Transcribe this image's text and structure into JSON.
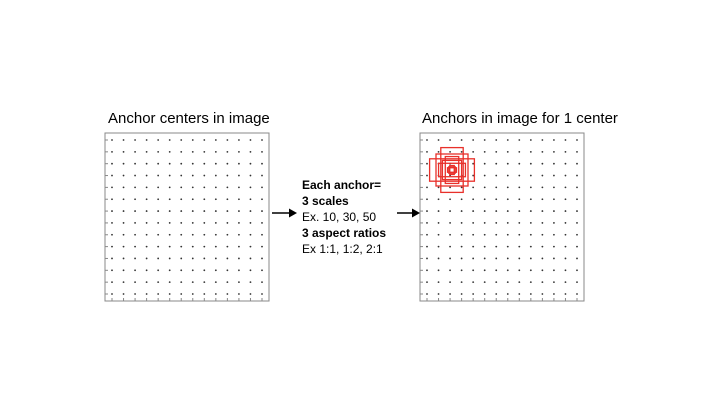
{
  "left_title": "Anchor centers in image",
  "right_title": "Anchors in image for 1 center",
  "description": {
    "line1": "Each anchor=",
    "line2": "3 scales",
    "line3": "Ex. 10, 30, 50",
    "line4": "3 aspect ratios",
    "line5": "Ex 1:1, 1:2, 2:1"
  },
  "colors": {
    "anchor_box": "#e8302a",
    "grid_dot": "#333333",
    "frame": "#888888"
  },
  "grid": {
    "rows": 14,
    "cols": 14
  },
  "anchors": {
    "scales": [
      10,
      30,
      50
    ],
    "aspect_ratios": [
      "1:1",
      "1:2",
      "2:1"
    ]
  }
}
